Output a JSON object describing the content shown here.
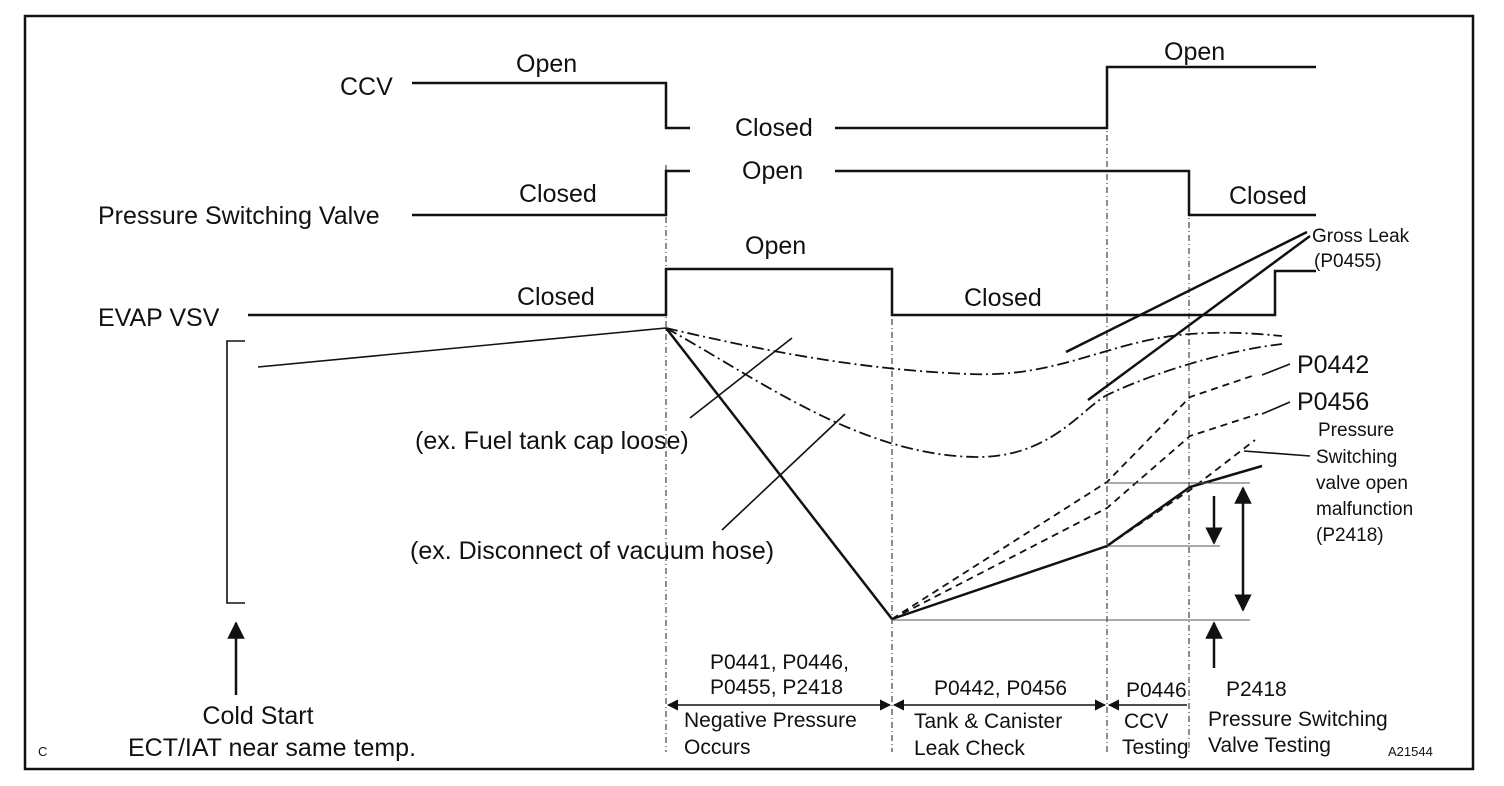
{
  "signals": {
    "ccv": {
      "label": "CCV",
      "state_open_1": "Open",
      "state_closed": "Closed",
      "state_open_2": "Open"
    },
    "psv": {
      "label": "Pressure Switching Valve",
      "state_closed_1": "Closed",
      "state_open": "Open",
      "state_closed_2": "Closed"
    },
    "evap": {
      "label": "EVAP VSV",
      "state_closed_1": "Closed",
      "state_open": "Open",
      "state_closed_2": "Closed"
    }
  },
  "annotations": {
    "gross_leak_1": "Gross Leak",
    "gross_leak_2": "(P0455)",
    "p0442": "P0442",
    "p0456": "P0456",
    "psv_malf_1": "Pressure",
    "psv_malf_2": "Switching",
    "psv_malf_3": "valve open",
    "psv_malf_4": "malfunction",
    "psv_malf_5": "(P2418)",
    "cap_loose": "(ex. Fuel tank cap loose)",
    "hose": "(ex. Disconnect of vacuum hose)"
  },
  "start": {
    "line1": "Cold Start",
    "line2": "ECT/IAT near same temp."
  },
  "phases": {
    "p1_codes_1": "P0441, P0446,",
    "p1_codes_2": "P0455, P2418",
    "p1_name_1": "Negative Pressure",
    "p1_name_2": "Occurs",
    "p2_codes": "P0442, P0456",
    "p2_name_1": "Tank & Canister",
    "p2_name_2": "Leak Check",
    "p3_codes": "P0446",
    "p3_name_1": "CCV",
    "p3_name_2": "Testing",
    "p4_codes": "P2418",
    "p4_name_1": "Pressure Switching",
    "p4_name_2": "Valve Testing"
  },
  "corner_label": "C",
  "figure_id": "A21544"
}
